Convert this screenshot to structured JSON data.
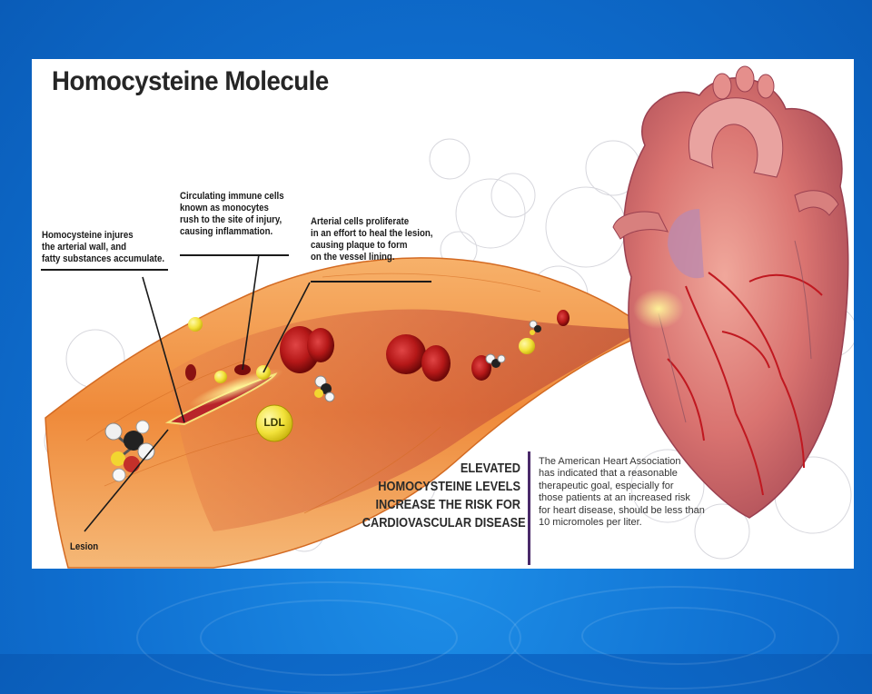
{
  "diagram": {
    "title": "Homocysteine Molecule",
    "callouts": {
      "wall_injury": [
        "Homocysteine injures",
        "the arterial wall, and",
        "fatty substances accumulate."
      ],
      "immune_cells": [
        "Circulating immune cells",
        "known as monocytes",
        "rush to the site of injury,",
        "causing inflammation."
      ],
      "plaque": [
        "Arterial cells proliferate",
        "in an effort to heal the lesion,",
        "causing plaque to form",
        "on the vessel lining."
      ],
      "lesion": [
        "Lesion"
      ]
    },
    "ldl_label": "LDL",
    "headline": [
      "ELEVATED",
      "HOMOCYSTEINE LEVELS",
      "INCREASE THE RISK FOR",
      "CARDIOVASCULAR DISEASE"
    ],
    "aha_note": [
      "The American Heart Association",
      "has indicated that a reasonable",
      "therapeutic goal, especially for",
      "those patients at an increased risk",
      "for heart disease, should be less than",
      "10 micromoles per liter."
    ]
  },
  "colors": {
    "slide_background": "#0f6fd0",
    "artery": "#f08a3c",
    "blood_cell": "#b51818",
    "heart": "#d9787a",
    "ldl": "#f2e23a",
    "divider": "#4a2a6a"
  },
  "icons": [
    "homocysteine-molecule-icon",
    "heart-illustration",
    "red-blood-cell-icon",
    "ldl-particle-icon"
  ]
}
